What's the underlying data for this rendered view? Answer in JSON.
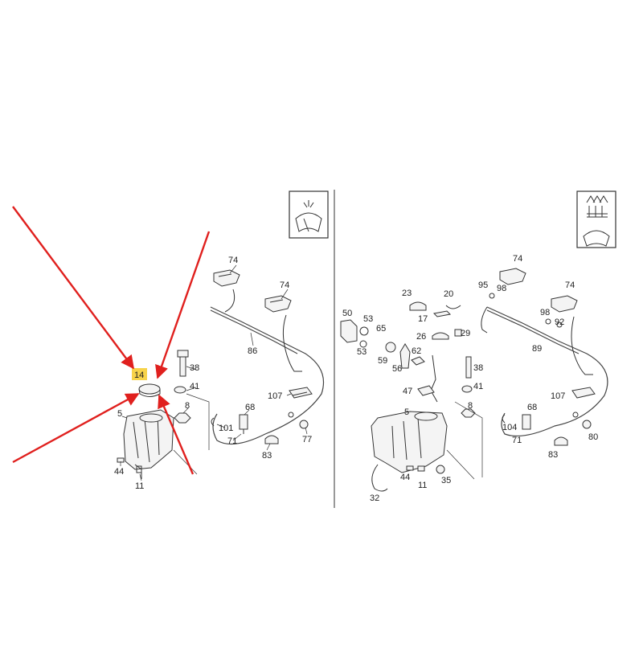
{
  "colors": {
    "arrow": "#e0201e",
    "highlight": "#f7d34a",
    "line": "#333333"
  },
  "left_panel": {
    "icon": "windshield-washer-icon",
    "highlighted_label": "14",
    "labels": [
      "74",
      "74",
      "86",
      "38",
      "41",
      "8",
      "5",
      "107",
      "68",
      "101",
      "71",
      "77",
      "83",
      "44",
      "11"
    ]
  },
  "right_panel": {
    "icon": "headlamp-washer-icon",
    "labels": [
      "74",
      "95",
      "98",
      "74",
      "23",
      "20",
      "50",
      "53",
      "65",
      "17",
      "26",
      "29",
      "53",
      "62",
      "59",
      "56",
      "38",
      "47",
      "41",
      "98",
      "92",
      "89",
      "107",
      "68",
      "104",
      "71",
      "80",
      "83",
      "5",
      "8",
      "44",
      "11",
      "35",
      "32"
    ]
  }
}
